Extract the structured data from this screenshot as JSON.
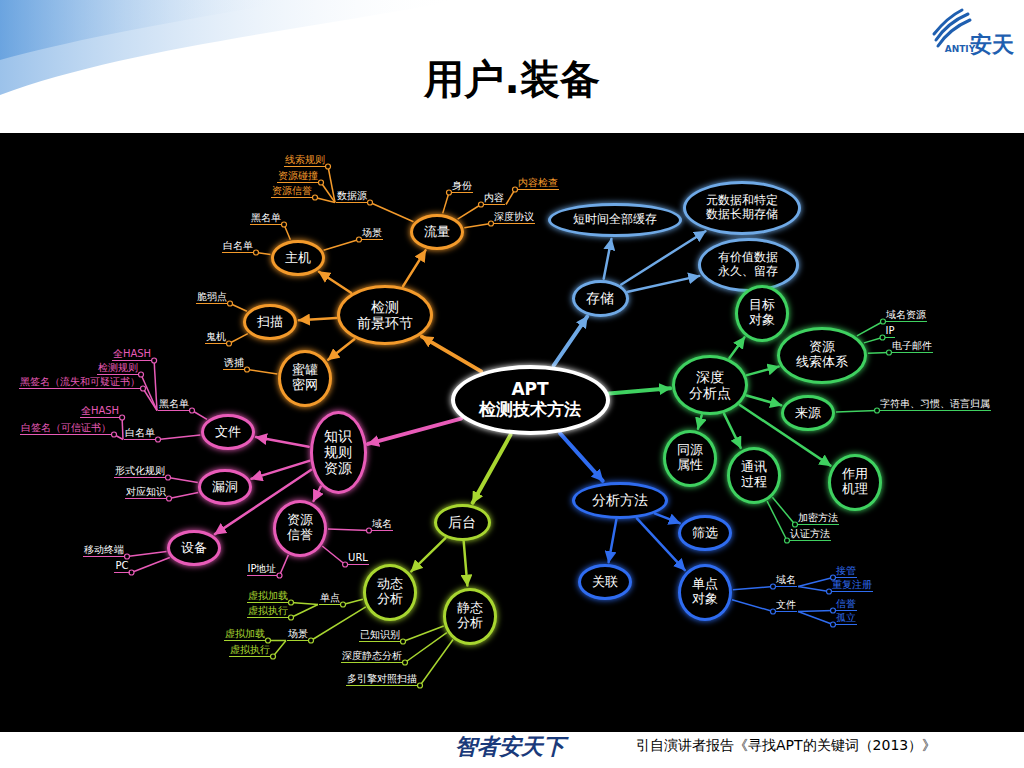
{
  "diagram": {
    "title": "用户.装备",
    "caption": "引自演讲者报告《寻找APT的关键词（2013）》",
    "nodes": [
      {
        "text": [
          "APT 检测技术方法"
        ]
      },
      {
        "text": [
          "检测 前景环节"
        ]
      },
      {
        "text": [
          "流量"
        ]
      },
      {
        "text": [
          "主机"
        ]
      },
      {
        "text": [
          "扫描"
        ]
      },
      {
        "text": [
          "蜜罐 密网"
        ]
      },
      {
        "text": [
          "知识 规则 资源"
        ]
      },
      {
        "text": [
          "文件"
        ]
      },
      {
        "text": [
          "漏洞"
        ]
      },
      {
        "text": [
          "资源 信誉"
        ]
      },
      {
        "text": [
          "设备"
        ]
      },
      {
        "text": [
          "后台"
        ]
      },
      {
        "text": [
          "动态 分析"
        ]
      },
      {
        "text": [
          "静态 分析"
        ]
      },
      {
        "text": [
          "存储"
        ]
      },
      {
        "text": [
          "短时间全部缓存"
        ]
      },
      {
        "text": [
          "元数据和特定 数据长期存储"
        ]
      },
      {
        "text": [
          "有价值数据 永久、留存"
        ]
      },
      {
        "text": [
          "深度 分析点"
        ]
      },
      {
        "text": [
          "目标 对象"
        ]
      },
      {
        "text": [
          "资源 线索体系"
        ]
      },
      {
        "text": [
          "来源"
        ]
      },
      {
        "text": [
          "同源 属性"
        ]
      },
      {
        "text": [
          "通讯 过程"
        ]
      },
      {
        "text": [
          "作用 机理"
        ]
      },
      {
        "text": [
          "分析方法"
        ]
      },
      {
        "text": [
          "筛选"
        ]
      },
      {
        "text": [
          "关联"
        ]
      },
      {
        "text": [
          "单点 对象"
        ]
      }
    ],
    "edges": [
      {
        "from": 0,
        "to": 1,
        "arrow": "to"
      },
      {
        "from": 0,
        "to": 14,
        "arrow": "to"
      },
      {
        "from": 0,
        "to": 18,
        "arrow": "to"
      },
      {
        "from": 0,
        "to": 25,
        "arrow": "to"
      },
      {
        "from": 0,
        "to": 11,
        "arrow": "to"
      },
      {
        "from": 0,
        "to": 6,
        "arrow": "to"
      },
      {
        "from": 1,
        "to": 2,
        "arrow": "to"
      },
      {
        "from": 1,
        "to": 3,
        "arrow": "to"
      },
      {
        "from": 1,
        "to": 4,
        "arrow": "to"
      },
      {
        "from": 1,
        "to": 5,
        "arrow": "to"
      },
      {
        "from": 6,
        "to": 7,
        "arrow": "to"
      },
      {
        "from": 6,
        "to": 8,
        "arrow": "to"
      },
      {
        "from": 6,
        "to": 9,
        "arrow": "to"
      },
      {
        "from": 6,
        "to": 10,
        "arrow": "to"
      },
      {
        "from": 11,
        "to": 12,
        "arrow": "to"
      },
      {
        "from": 11,
        "to": 13,
        "arrow": "to"
      },
      {
        "from": 14,
        "to": 15,
        "arrow": "to"
      },
      {
        "from": 14,
        "to": 16,
        "arrow": "to"
      },
      {
        "from": 14,
        "to": 17,
        "arrow": "to"
      },
      {
        "from": 18,
        "to": 19,
        "arrow": "to"
      },
      {
        "from": 18,
        "to": 20,
        "arrow": "to"
      },
      {
        "from": 18,
        "to": 21,
        "arrow": "to"
      },
      {
        "from": 18,
        "to": 22,
        "arrow": "to"
      },
      {
        "from": 18,
        "to": 23,
        "arrow": "to"
      },
      {
        "from": 18,
        "to": 24,
        "arrow": "to"
      },
      {
        "from": 25,
        "to": 26,
        "arrow": "to"
      },
      {
        "from": 25,
        "to": 27,
        "arrow": "to"
      },
      {
        "from": 25,
        "to": 28,
        "arrow": "to"
      }
    ],
    "labels": [
      "ANTIY",
      "安天",
      "数据源",
      "线索规则",
      "资源碰撞",
      "资源信誉",
      "身份",
      "内容",
      "内容检查",
      "深度协议",
      "场景",
      "黑名单",
      "白名单",
      "脆弱点",
      "鬼机",
      "诱捕",
      "黑名单",
      "全HASH",
      "检测规则",
      "黑签名（流失和可疑证书）",
      "白名单",
      "全HASH",
      "白签名（可信证书）",
      "形式化规则",
      "对应知识",
      "域名",
      "IP地址",
      "URL",
      "移动终端",
      "PC",
      "单点",
      "虚拟加载",
      "虚拟执行",
      "场景",
      "虚拟加载",
      "虚拟执行",
      "已知识别",
      "深度静态分析",
      "多引擎对照扫描",
      "域名资源",
      "IP",
      "电子邮件",
      "字符串、习惯、语言归属",
      "加密方法",
      "认证方法",
      "域名",
      "接管",
      "重复注册",
      "文件",
      "信誉",
      "孤立",
      "智者安天下"
    ]
  }
}
